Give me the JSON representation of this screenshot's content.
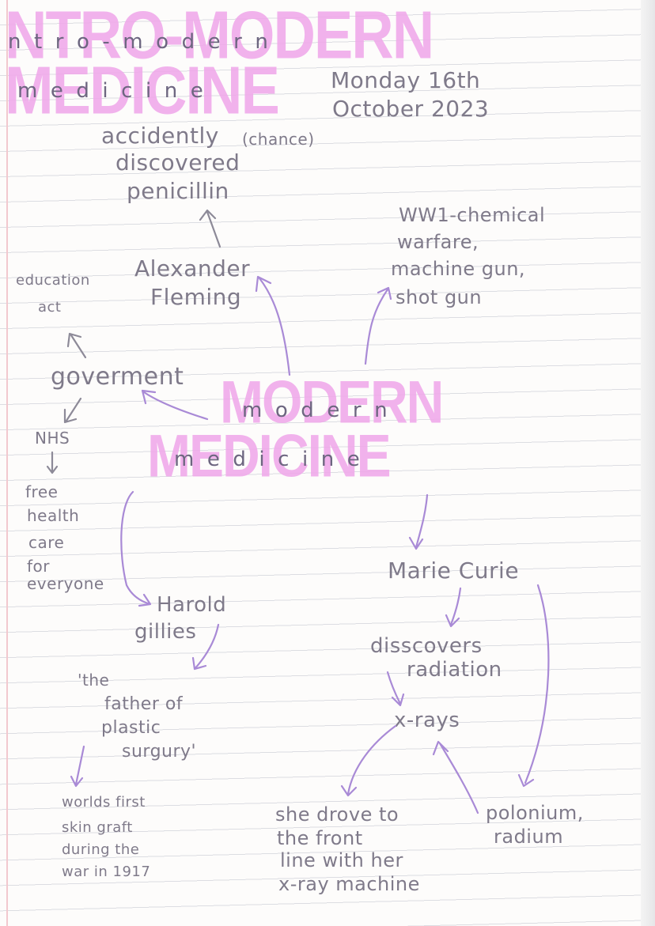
{
  "title": {
    "big_line1": "NTRO-MODERN",
    "big_line2": "MEDICINE",
    "small_line1": "n  t  r  o  -  m  o  d  e  r  n",
    "small_line2": "m  e  d  i  c  i  n  e"
  },
  "date": {
    "line1": "Monday 16th",
    "line2": "October 2023"
  },
  "center": {
    "big_line1": "MODERN",
    "big_line2": "MEDICINE",
    "small_line1": "m  o  d  e  r  n",
    "small_line2": "m  e  d  i  c  i  n  e"
  },
  "fleming": {
    "name_line1": "Alexander",
    "name_line2": "Fleming",
    "discovery_line1": "accidently",
    "discovery_note": "(chance)",
    "discovery_line2": "discovered",
    "discovery_line3": "penicillin"
  },
  "ww1": {
    "line1": "WW1-chemical",
    "line2": "warfare,",
    "line3": "machine gun,",
    "line4": "shot gun"
  },
  "government": {
    "label": "goverment",
    "act_line1": "education",
    "act_line2": "act",
    "nhs": "NHS",
    "nhs_line1": "free",
    "nhs_line2": "health",
    "nhs_line3": "care",
    "nhs_line4": "for",
    "nhs_line5": "everyone"
  },
  "gillies": {
    "name_line1": "Harold",
    "name_line2": "gillies",
    "quote_line1": "'the",
    "quote_line2": "father of",
    "quote_line3": "plastic",
    "quote_line4": "surgury'",
    "fact_line1": "worlds first",
    "fact_line2": "skin graft",
    "fact_line3": "during the",
    "fact_line4": "war in 1917"
  },
  "curie": {
    "name": "Marie Curie",
    "discovery_line1": "disscovers",
    "discovery_line2": "radiation",
    "xrays": "x-rays",
    "front_line1": "she drove to",
    "front_line2": "the front",
    "front_line3": "line with her",
    "front_line4": "x-ray machine",
    "elements_line1": "polonium,",
    "elements_line2": "radium"
  }
}
